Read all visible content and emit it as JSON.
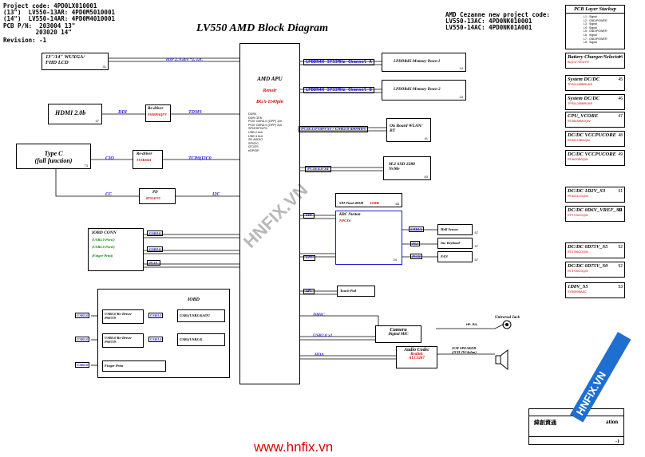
{
  "header": {
    "project_code": "Project code: 4PD0LX010001",
    "line13": "(13\")  LV550-13AR: 4PD0M5010001",
    "line14": "(14\")  LV550-14AR: 4PD0M4010001",
    "pcb_pn": "PCB P/N:  203004 13\"",
    "pcb_pn2": "         203020 14\"",
    "revision": "Revision: -1"
  },
  "title": "LV550 AMD Block Diagram",
  "amd_project": {
    "line1": "AMD Cezanne new project code:",
    "line2": "LV550-13AC: 4PD0NK010001",
    "line3": "LV550-14AC: 4PD0NK01A001"
  },
  "apu": {
    "name": "AMD APU",
    "codename": "Renoir",
    "package": "BGA-1140pin",
    "features": [
      "DDR4",
      "DDR GEN",
      "PCIE GEN3.0 (GPP) 1ch",
      "PCIE GEN3.0 (GPP) 2ch",
      "SPI/ESPI/LPC",
      "USB 2.0ch",
      "USB 3.0ch",
      "SD AUDIO",
      "SPI/I2C",
      "I2C/I2S",
      "eDP/DP"
    ]
  },
  "blocks": {
    "lcd": "13\"/14\" WUXGA/\nFHD LCD",
    "hdmi": "HDMI 2.0b",
    "hdmi_redriver": "Re-driver",
    "hdmi_redriver_part": "PS8409AQFN",
    "typec": "Type C\n(full function)",
    "typec_redriver": "Re-driver",
    "typec_redriver_part": "TUSB1064",
    "pd": "PD",
    "pd_part": "RTS5457U",
    "mem_a": "LPDDR4X-Memory Down I",
    "mem_b": "LPDDR4X-Memory Down 2",
    "wlan": "On Board WLAN/\nBT",
    "ssd": "M.2 SSD 2280\nNvMe",
    "spi_rom": "SPI Flash ROM",
    "spi_rom_size": "16MB",
    "kbc": "KBC Nuvton",
    "kbc_part": "NPCX6",
    "hall": "Hall Sensor",
    "kbd": "Int. Keyboad",
    "fan": "FAN",
    "touchpad": "Touch Pad",
    "camera": "Camera",
    "dmic": "Digital MIC",
    "codec": "Audio Codec",
    "codec_vendor": "Realtek",
    "codec_part": "ALC3287",
    "jack": "Universal Jack",
    "speaker": "2CH SPEAKER\n(2CH 2W/4ohm)",
    "iobd_conn": "IOBD CONN",
    "iobd_conn_items": [
      "(USB3.0 Port1)",
      "(USB3.0 Port2)",
      "(Finger Print)"
    ],
    "iobd": "IOBD",
    "iobd_redriver1": "USB3.0 Re-Driver\nPS8719",
    "iobd_redriver2": "USB3.0 Re-Driver\nPS8719",
    "iobd_port1": "USB1(USB3.0)AOU",
    "iobd_port2": "USB1(USB3.0)",
    "fingerprint": "Finger Print"
  },
  "signals": {
    "edp": "eDP 2.7Gb/s *2, I2C",
    "ddi": "DDI",
    "tdms": "TDMS",
    "cio": "CIO",
    "tcp": "TCP0(I2C0",
    "cc": "CC",
    "i2c": "I2C",
    "lpddr_a": "LPDDR4X 3733MHz Channel A",
    "lpddr_b": "LPDDR4X 3733MHz Channel B",
    "pcie_wlan": "PCIE1.0 Gb/s x1 / USB2.0 480Mb/s",
    "pcie_ssd": "PCIE4.0 x4",
    "spi": "SPI",
    "lpc": "LPC",
    "smbus": "SMBUS",
    "ps2": "PS2",
    "pwm": "PWM",
    "i2c_tp": "I2C",
    "dmic": "DMIC",
    "usb2": "USB2.0 x1",
    "hda": "HDA",
    "hp": "HP_R/L",
    "usb30_a": "USB3.0",
    "usb30_b": "USB2.0",
    "pcie_fp": "PCIE",
    "io_usb1": "USB3.0",
    "io_usb2": "USB3.0",
    "io_usb3": "USB2.0",
    "io_in1": "USB3.0",
    "io_in2": "USB3.0"
  },
  "stackup": {
    "title": "PCB Layer Stackup",
    "layers": [
      "L1 : Signal",
      "L2 : GND/POWER",
      "L3 : Signal",
      "L4 : Signal",
      "L5 : GND/POWER",
      "L6 : Signal",
      "L7 : GND/POWER",
      "L8 : Signal"
    ]
  },
  "power": [
    {
      "title": "Battery Charger/Selector",
      "part": "BQ24770RUYR",
      "num": "44"
    },
    {
      "title": "System DC/DC",
      "part": "TPS51285BRUKR",
      "num": "45"
    },
    {
      "title": "System DC/DC",
      "part": "TPS51285BRUKR",
      "num": "46"
    },
    {
      "title": "CPU_VCORE",
      "part": "RT3663BMGQW",
      "num": "47"
    },
    {
      "title": "DC/DC VCCPUCORE",
      "part": "RT8207ABGQW",
      "num": "48"
    },
    {
      "title": "DC/DC VCCPUCORE",
      "part": "RT9610BGQW",
      "num": "49"
    },
    {
      "title": "DC/DC 1D2V_S3",
      "part": "RT8231CGQW",
      "num": "51"
    },
    {
      "title": "DC/DC 0D6V_VREF_S0",
      "part": "RT9715CGQW",
      "num": "51"
    },
    {
      "title": "DC/DC 0D75V_S5",
      "part": "RT5796CGQW",
      "num": "52"
    },
    {
      "title": "DC/DC 0D75V_S0",
      "part": "RT5796CGQW",
      "num": "52"
    },
    {
      "title": "1D8V_S5",
      "part": "SY8089BAAC",
      "num": "53"
    }
  ],
  "footer": {
    "company": "緯創資通",
    "suffix": "ation",
    "rev": "-1"
  },
  "watermark": "HNFIX.VN",
  "url": "www.hnfix.vn"
}
